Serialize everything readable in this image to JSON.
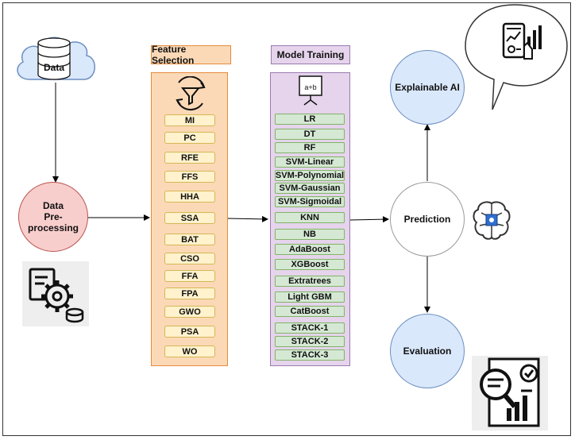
{
  "data_node": {
    "label": "Data"
  },
  "preprocessing_node": {
    "label_line1": "Data",
    "label_line2": "Pre-processing"
  },
  "feature_selection": {
    "title": "Feature Selection",
    "items": [
      "MI",
      "PC",
      "RFE",
      "FFS",
      "HHA",
      "SSA",
      "BAT",
      "CSO",
      "FFA",
      "FPA",
      "GWO",
      "PSA",
      "WO"
    ]
  },
  "model_training": {
    "title": "Model Training",
    "board_label": "a+b",
    "items": [
      "LR",
      "DT",
      "RF",
      "SVM-Linear",
      "SVM-Polynomial",
      "SVM-Gaussian",
      "SVM-Sigmoidal",
      "KNN",
      "NB",
      "AdaBoost",
      "XGBoost",
      "Extratrees",
      "Light GBM",
      "CatBoost",
      "STACK-1",
      "STACK-2",
      "STACK-3"
    ]
  },
  "prediction_node": {
    "label": "Prediction"
  },
  "explainable_node": {
    "label": "Explainable AI"
  },
  "evaluation_node": {
    "label": "Evaluation"
  },
  "colors": {
    "feature_panel_fill": "#fbd9b6",
    "feature_panel_border": "#e58b3c",
    "feature_item_fill": "#fff2cc",
    "model_panel_fill": "#e5d4ec",
    "model_panel_border": "#9b7ab0",
    "model_item_fill": "#d5e8d4",
    "preprocessing_fill": "#f8cecc",
    "blue_node_fill": "#dae8fc",
    "cloud_fill": "#dae8fc",
    "cloud_border": "#6c8ebf"
  },
  "icons": [
    "cloud-database-icon",
    "gears-data-icon",
    "filter-refresh-icon",
    "whiteboard-icon",
    "ai-brain-chip-icon",
    "phone-analytics-icon",
    "magnifier-report-icon"
  ]
}
